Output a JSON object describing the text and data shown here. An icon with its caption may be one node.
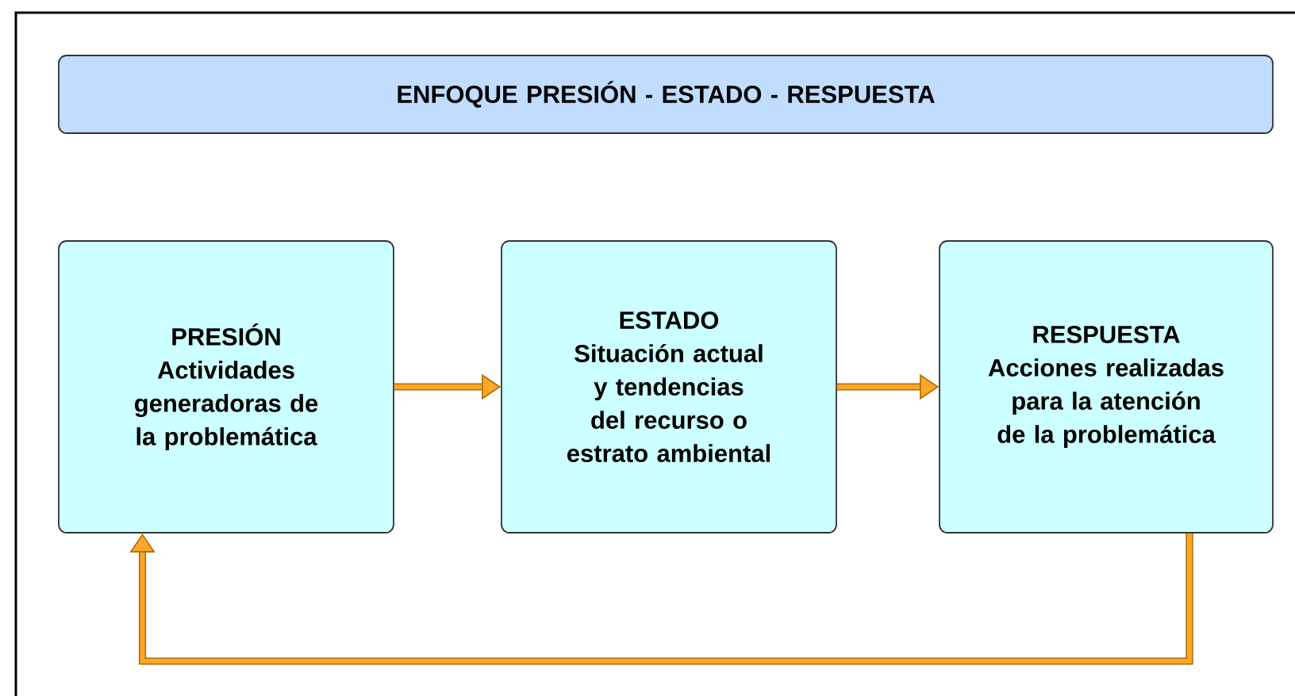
{
  "diagram": {
    "nodes": [
      {
        "text": [
          "ENFOQUE PRESIÓN - ESTADO - RESPUESTA"
        ]
      },
      {
        "text": [
          "PRESIÓN",
          "Actividades generadoras de la problemática"
        ]
      },
      {
        "text": [
          "ESTADO",
          "Situación actual y tendencias del recurso o estrato ambiental"
        ]
      },
      {
        "text": [
          "RESPUESTA",
          "Acciones realizadas para la atención de la problemática"
        ]
      }
    ],
    "edges": [
      {
        "from": 1,
        "to": 2,
        "arrow": "to"
      },
      {
        "from": 2,
        "to": 3,
        "arrow": "to"
      },
      {
        "from": 3,
        "to": 1,
        "arrow": "to"
      }
    ]
  }
}
